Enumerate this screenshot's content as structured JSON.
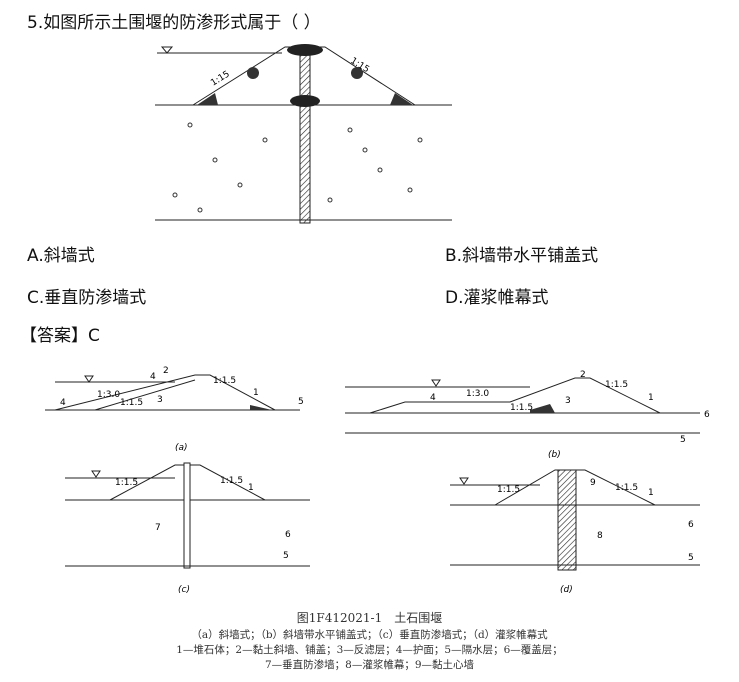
{
  "question": {
    "number": "5.",
    "text": "如图所示土围堰的防渗形式属于（ ）"
  },
  "top_figure": {
    "slope_left": "1:15",
    "slope_right": "1:15"
  },
  "options": [
    {
      "label": "A.",
      "text": "斜墙式"
    },
    {
      "label": "B.",
      "text": "斜墙带水平铺盖式"
    },
    {
      "label": "C.",
      "text": "垂直防渗墙式"
    },
    {
      "label": "D.",
      "text": "灌浆帷幕式"
    }
  ],
  "answer": {
    "label": "【答案】",
    "value": "C"
  },
  "figure": {
    "slope_a1": "1:3.0",
    "slope_a2": "1:1.5",
    "slope_a3": "1:1.5",
    "slope_b1": "1:3.0",
    "slope_b2": "1:1.5",
    "slope_b3": "1:1.5",
    "slope_c1": "1:1.5",
    "slope_c2": "1:1.5",
    "slope_d1": "1:1.5",
    "slope_d2": "1:1.5",
    "sub_a": "(a)",
    "sub_b": "(b)",
    "sub_c": "(c)",
    "sub_d": "(d)",
    "n1": "1",
    "n2": "2",
    "n3": "3",
    "n4": "4",
    "n5": "5",
    "n6": "6",
    "n7": "7",
    "n8": "8",
    "n9": "9",
    "title": "图1F412021-1　土石围堰",
    "caption1": "（a）斜墙式；（b）斜墙带水平铺盖式；（c）垂直防渗墙式；（d）灌浆帷幕式",
    "caption2": "1—堆石体；2—黏土斜墙、铺盖；3—反滤层；4—护面；5—隔水层；6—覆盖层；",
    "caption3": "7—垂直防渗墙；8—灌浆帷幕；9—黏土心墙"
  }
}
